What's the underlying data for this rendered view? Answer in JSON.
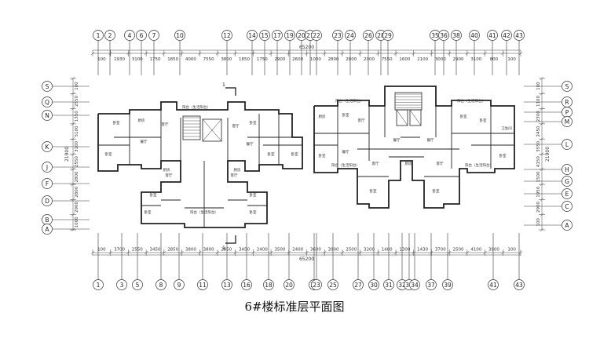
{
  "caption": "6#楼标准层平面图",
  "axes": {
    "top": [
      "1",
      "2",
      "4",
      "6",
      "7",
      "10",
      "12",
      "14",
      "15",
      "17",
      "19",
      "20",
      "21",
      "22",
      "23",
      "24",
      "26",
      "28",
      "29",
      "35",
      "36",
      "38",
      "40",
      "41",
      "42",
      "43"
    ],
    "bottom": [
      "1",
      "3",
      "5",
      "8",
      "9",
      "11",
      "13",
      "16",
      "18",
      "20",
      "21",
      "23",
      "25",
      "27",
      "30",
      "31",
      "32",
      "33",
      "34",
      "37",
      "39",
      "41",
      "43"
    ],
    "left": [
      "S",
      "Q",
      "N",
      "K",
      "J",
      "F",
      "D",
      "B",
      "A"
    ],
    "right": [
      "S",
      "R",
      "P",
      "M",
      "L",
      "H",
      "G",
      "E",
      "C",
      "A"
    ]
  },
  "dims": {
    "top_total": "65200",
    "top": [
      "100",
      "1930",
      "3100",
      "1750",
      "1850",
      "4000",
      "7550",
      "3800",
      "1850",
      "1750",
      "2900",
      "2600",
      "1000",
      "2800",
      "2800",
      "2000",
      "7550",
      "1600",
      "2100",
      "3000",
      "2900",
      "3100",
      "800",
      "100"
    ],
    "bottom_total": "65200",
    "bottom": [
      "100",
      "3700",
      "2550",
      "3450",
      "2850",
      "3800",
      "3800",
      "2850",
      "3450",
      "2400",
      "3500",
      "2400",
      "3600",
      "3900",
      "2500",
      "3200",
      "1400",
      "1300",
      "1430",
      "3700",
      "2500",
      "4100",
      "3900",
      "100"
    ],
    "left_total": "21900",
    "left": [
      "100",
      "2550",
      "1350",
      "5100",
      "3100",
      "2550",
      "2800",
      "2800",
      "2900",
      "1000"
    ],
    "right_total": "21900",
    "right": [
      "100",
      "1100",
      "2300",
      "2450",
      "3550",
      "4150",
      "1500",
      "1950",
      "2900",
      "100"
    ]
  },
  "room_labels": {
    "bedroom": "卧室",
    "living": "客厅",
    "kitchen": "厨房",
    "bath": "卫生间",
    "dining": "餐厅",
    "balcony": "阳台（生活阳台）"
  },
  "section_mark": "1"
}
